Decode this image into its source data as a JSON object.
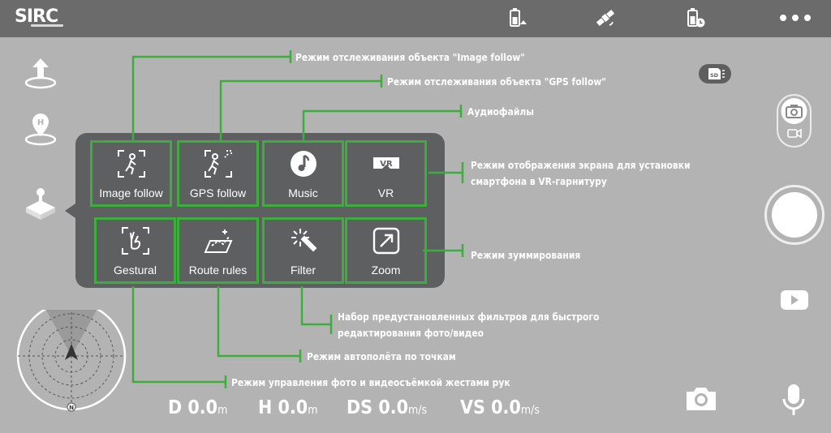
{
  "app": {
    "logo": "SIRC"
  },
  "tiles": [
    {
      "name": "image-follow",
      "label": "Image follow",
      "icon": "person-track-icon"
    },
    {
      "name": "gps-follow",
      "label": "GPS follow",
      "icon": "person-gps-icon"
    },
    {
      "name": "music",
      "label": "Music",
      "icon": "music-note-icon"
    },
    {
      "name": "vr",
      "label": "VR",
      "icon": "vr-headset-icon"
    },
    {
      "name": "gestural",
      "label": "Gestural",
      "icon": "hand-gesture-icon"
    },
    {
      "name": "route-rules",
      "label": "Route rules",
      "icon": "route-icon"
    },
    {
      "name": "filter",
      "label": "Filter",
      "icon": "magic-wand-icon"
    },
    {
      "name": "zoom",
      "label": "Zoom",
      "icon": "zoom-arrow-icon"
    }
  ],
  "annotations": {
    "image_follow": "Режим отслеживания объекта \"Image follow\"",
    "gps_follow": "Режим отслеживания объекта \"GPS follow\"",
    "music": "Аудиофайлы",
    "vr_line1": "Режим отображения экрана для установки",
    "vr_line2": "смартфона в VR-гарнитуру",
    "zoom": "Режим зуммирования",
    "filter_line1": "Набор предустановленных фильтров для быстрого",
    "filter_line2": "редактирования фото/видео",
    "route": "Режим автополёта по точкам",
    "gestural": "Режим управления фото и видеосъёмкой жестами рук"
  },
  "storage_badge": "SD",
  "telemetry": [
    {
      "key": "D",
      "value": "0.0",
      "unit": "m"
    },
    {
      "key": "H",
      "value": "0.0",
      "unit": "m"
    },
    {
      "key": "DS",
      "value": "0.0",
      "unit": "m/s"
    },
    {
      "key": "VS",
      "value": "0.0",
      "unit": "m/s"
    }
  ],
  "compass": {
    "north_label": "N"
  },
  "colors": {
    "background": "#b3b3b3",
    "topbar": "#6b6b6b",
    "panel": "#5e5f61",
    "callout_green": "#3dad3d"
  }
}
